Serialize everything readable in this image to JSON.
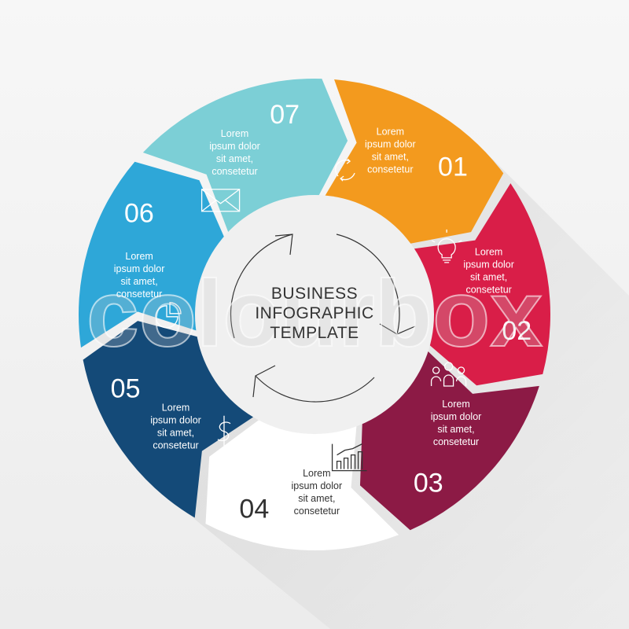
{
  "center": {
    "title_lines": [
      "BUSINESS",
      "INFOGRAPHIC",
      "TEMPLATE"
    ]
  },
  "segments": [
    {
      "number": "01",
      "color": "#f39a1e",
      "icon": "refresh-cycle-icon",
      "text": [
        "Lorem",
        "ipsum dolor",
        "sit amet,",
        "consetetur"
      ]
    },
    {
      "number": "02",
      "color": "#d91e48",
      "icon": "lightbulb-icon",
      "text": [
        "Lorem",
        "ipsum dolor",
        "sit amet,",
        "consetetur"
      ]
    },
    {
      "number": "03",
      "color": "#8c1a45",
      "icon": "people-group-icon",
      "text": [
        "Lorem",
        "ipsum dolor",
        "sit amet,",
        "consetetur"
      ]
    },
    {
      "number": "04",
      "color": "#ffffff",
      "icon": "bar-chart-icon",
      "text": [
        "Lorem",
        "ipsum dolor",
        "sit amet,",
        "consetetur"
      ]
    },
    {
      "number": "05",
      "color": "#144a78",
      "icon": "dollar-icon",
      "text": [
        "Lorem",
        "ipsum dolor",
        "sit amet,",
        "consetetur"
      ]
    },
    {
      "number": "06",
      "color": "#2ea7d8",
      "icon": "pie-chart-icon",
      "text": [
        "Lorem",
        "ipsum dolor",
        "sit amet,",
        "consetetur"
      ]
    },
    {
      "number": "07",
      "color": "#7ccfd6",
      "icon": "envelope-icon",
      "text": [
        "Lorem",
        "ipsum dolor",
        "sit amet,",
        "consetetur"
      ]
    }
  ],
  "watermark": "colourbox"
}
